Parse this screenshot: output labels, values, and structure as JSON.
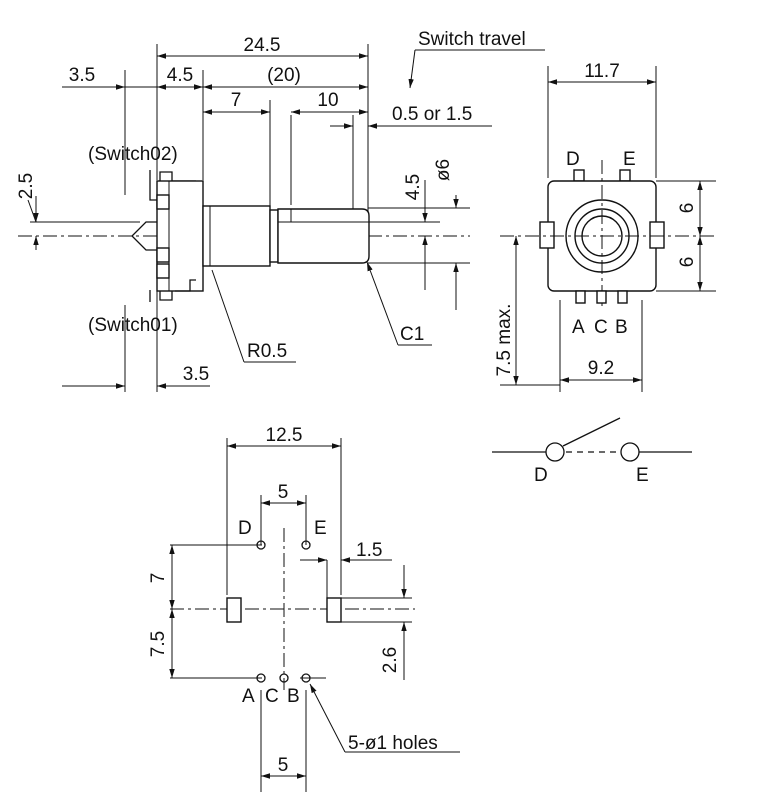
{
  "side_view": {
    "dim_overall": "24.5",
    "dim_left_3_5_top": "3.5",
    "dim_4_5": "4.5",
    "dim_20": "(20)",
    "dim_7": "7",
    "dim_10": "10",
    "switch_travel_label": "Switch travel",
    "switch_travel_value": "0.5 or 1.5",
    "switch02_label": "(Switch02)",
    "switch01_label": "(Switch01)",
    "dim_2_5": "2.5",
    "dim_shaft_4_5": "4.5",
    "dim_phi6": "ø6",
    "r_label": "R0.5",
    "c_label": "C1",
    "dim_bottom_3_5": "3.5"
  },
  "front_view": {
    "dim_width": "11.7",
    "pin_d": "D",
    "pin_e": "E",
    "dim_6_top": "6",
    "dim_6_bottom": "6",
    "pins_abc": [
      "A",
      "C",
      "B"
    ],
    "dim_max": "7.5 max.",
    "dim_9_2": "9.2"
  },
  "pcb_layout": {
    "dim_12_5": "12.5",
    "dim_5_top": "5",
    "hole_d": "D",
    "hole_e": "E",
    "dim_1_5": "1.5",
    "dim_7": "7",
    "dim_7_5": "7.5",
    "dim_2_6": "2.6",
    "holes_abc": [
      "A",
      "C",
      "B"
    ],
    "holes_label": "5-ø1 holes",
    "dim_5_bottom": "5"
  },
  "switch_symbol": {
    "terminal_d": "D",
    "terminal_e": "E"
  }
}
